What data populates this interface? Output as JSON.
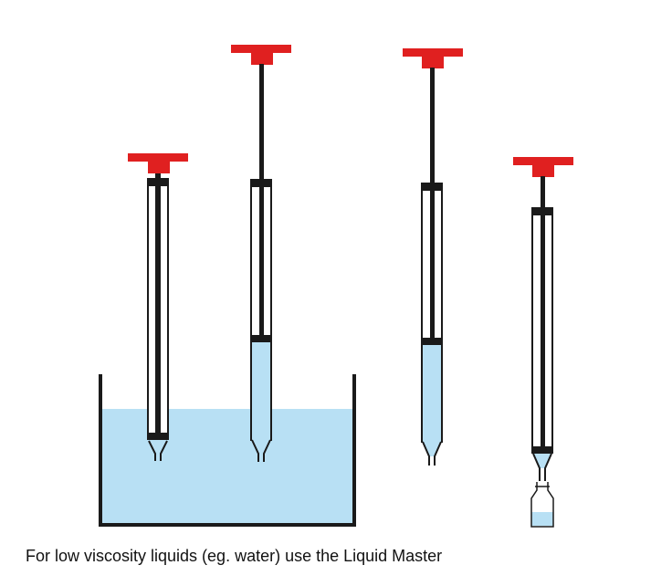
{
  "caption": "For low viscosity liquids (eg. water) use the Liquid Master",
  "colors": {
    "background": "#ffffff",
    "outline": "#1a1a1a",
    "plunger_handle": "#e02020",
    "liquid": "#b8e0f4"
  },
  "syringes": [
    {
      "name": "syringe-1",
      "state": "plunger pushed down, tip immersed in liquid",
      "fill_fraction": 0.0
    },
    {
      "name": "syringe-2",
      "state": "plunger pulled up, barrel drawing liquid",
      "fill_fraction": 0.5
    },
    {
      "name": "syringe-3",
      "state": "plunger up, barrel filled, lifted out of liquid",
      "fill_fraction": 0.5
    },
    {
      "name": "syringe-4",
      "state": "plunger pushed down, dispensing into vial",
      "fill_fraction": 0.0
    }
  ],
  "beaker": {
    "contains": "liquid"
  },
  "vial": {
    "contains": "liquid"
  }
}
